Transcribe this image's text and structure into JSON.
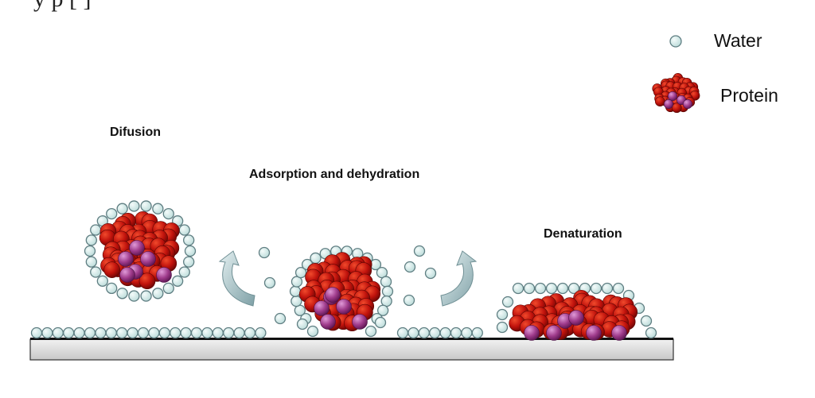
{
  "header_fragment": "y           p                    [   ]",
  "legend": {
    "water_label": "Water",
    "protein_label": "Protein"
  },
  "steps": {
    "diffusion": "Difusion",
    "adsorption": "Adsorption and dehydration",
    "denaturation": "Denaturation"
  },
  "colors": {
    "water_fill": "#d9eeec",
    "water_stroke": "#5f7e82",
    "protein_red": "#c0120c",
    "protein_dark": "#7a0806",
    "protein_purple": "#a03c8c",
    "arrow_fill": "#9fbcc0",
    "surface_fill": "#dedede"
  }
}
